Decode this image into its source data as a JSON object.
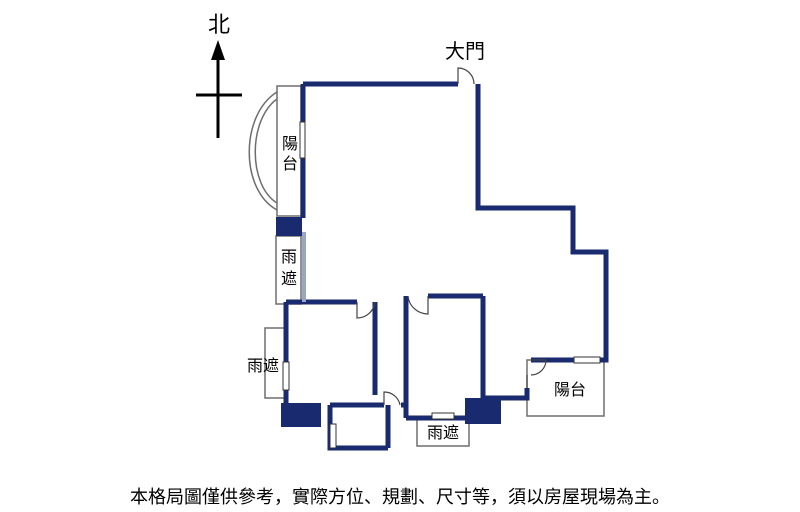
{
  "compass": {
    "north_label": "北",
    "icon": "north-arrow-icon"
  },
  "labels": {
    "entrance": "大門",
    "balcony_west_line1": "陽",
    "balcony_west_line2": "台",
    "canopy_west_line1": "雨",
    "canopy_west_line2": "遮",
    "canopy_southwest": "雨遮",
    "canopy_south": "雨遮",
    "balcony_east": "陽台"
  },
  "disclaimer": "本格局圖僅供參考，實際方位、規劃、尺寸等，須以房屋現場為主。",
  "colors": {
    "wall": "#1a2a6e",
    "thin_line": "#6e6e6e",
    "text": "#000000"
  }
}
